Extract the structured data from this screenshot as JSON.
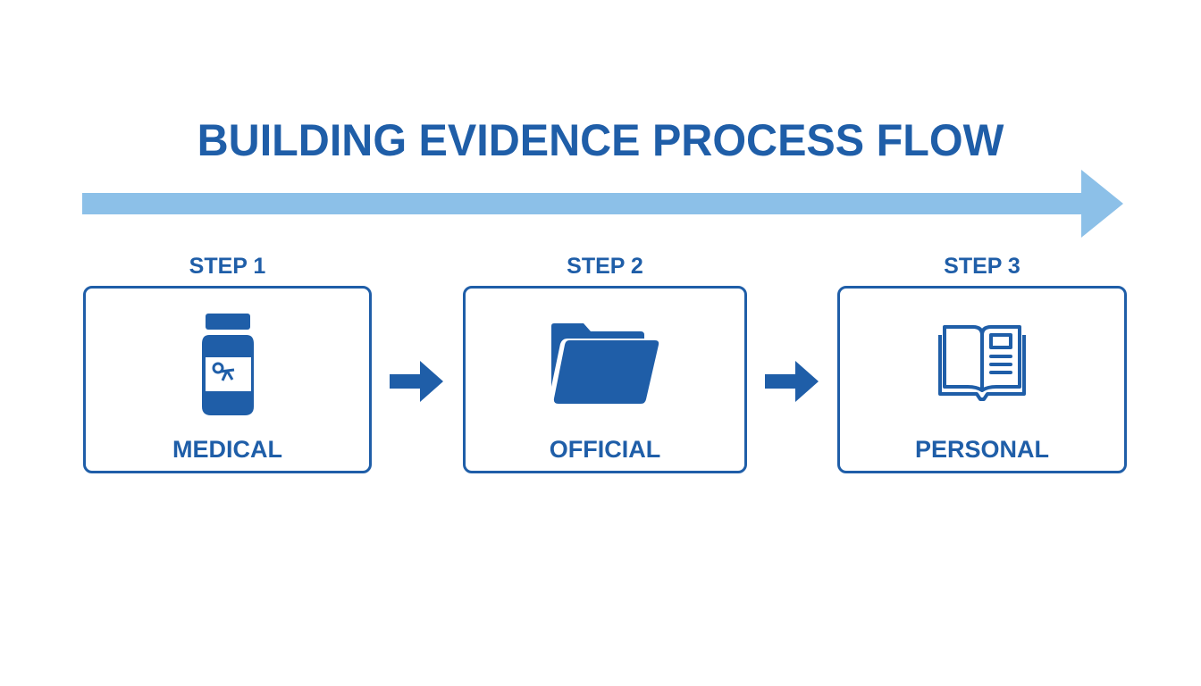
{
  "title": "BUILDING EVIDENCE PROCESS FLOW",
  "colors": {
    "primary": "#1f5ea8",
    "flow_arrow": "#8cc0e8",
    "background": "#ffffff"
  },
  "steps": [
    {
      "label": "STEP 1",
      "name": "MEDICAL",
      "icon": "medicine-bottle-icon"
    },
    {
      "label": "STEP 2",
      "name": "OFFICIAL",
      "icon": "folder-icon"
    },
    {
      "label": "STEP 3",
      "name": "PERSONAL",
      "icon": "open-book-icon"
    }
  ],
  "connectors": [
    "arrow-right-icon",
    "arrow-right-icon"
  ]
}
